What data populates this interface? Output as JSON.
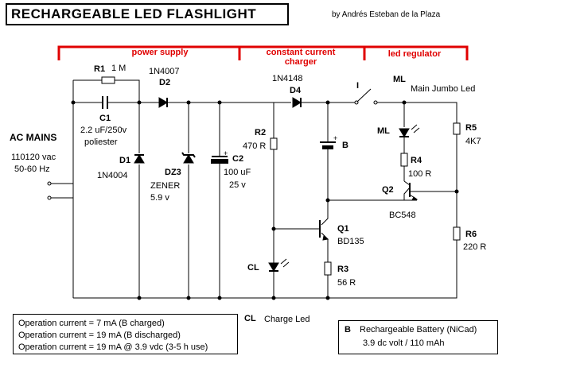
{
  "header": {
    "title": "RECHARGEABLE  LED  FLASHLIGHT",
    "author": "by Andrés Esteban de la Plaza"
  },
  "sections": {
    "power_supply": "power supply",
    "constant_current_charger_line1": "constant current",
    "constant_current_charger_line2": "charger",
    "led_regulator": "led  regulator"
  },
  "input": {
    "name": "AC MAINS",
    "voltage": "110120 vac",
    "frequency": "50-60 Hz"
  },
  "components": {
    "r1": {
      "ref": "R1",
      "value": "1 M"
    },
    "c1": {
      "ref": "C1",
      "value": "2.2 uF/250v",
      "type": "poliester"
    },
    "d1": {
      "ref": "D1",
      "part": "1N4004"
    },
    "d2": {
      "ref": "D2",
      "part": "1N4007"
    },
    "dz3": {
      "ref": "DZ3",
      "type": "ZENER",
      "value": "5.9 v"
    },
    "c2": {
      "ref": "C2",
      "value": "100 uF",
      "voltage": "25 v"
    },
    "r2": {
      "ref": "R2",
      "value": "470 R"
    },
    "d4": {
      "ref": "D4",
      "part": "1N4148"
    },
    "b": {
      "ref": "B"
    },
    "cl": {
      "ref": "CL"
    },
    "q1": {
      "ref": "Q1",
      "part": "BD135"
    },
    "r3": {
      "ref": "R3",
      "value": "56 R"
    },
    "switch": {
      "ref": "I"
    },
    "ml_top": {
      "ref": "ML",
      "desc": "Main Jumbo   Led"
    },
    "ml": {
      "ref": "ML"
    },
    "r4": {
      "ref": "R4",
      "value": "100 R"
    },
    "q2": {
      "ref": "Q2",
      "part": "BC548"
    },
    "r5": {
      "ref": "R5",
      "value": "4K7"
    },
    "r6": {
      "ref": "R6",
      "value": "220 R"
    }
  },
  "operation": [
    "Operation current =     7 mA  (B charged)",
    "Operation current =   19 mA  (B discharged)",
    "Operation current =   19 mA @ 3.9 vdc (3-5 h use)"
  ],
  "legend_cl": {
    "ref": "CL",
    "desc": "Charge Led"
  },
  "battery_note": {
    "ref": "B",
    "desc": "Rechargeable Battery  (NiCad)",
    "spec": "3.9 dc volt / 110 mAh"
  },
  "colors": {
    "section_red": "#e00000",
    "wire": "#000000"
  }
}
